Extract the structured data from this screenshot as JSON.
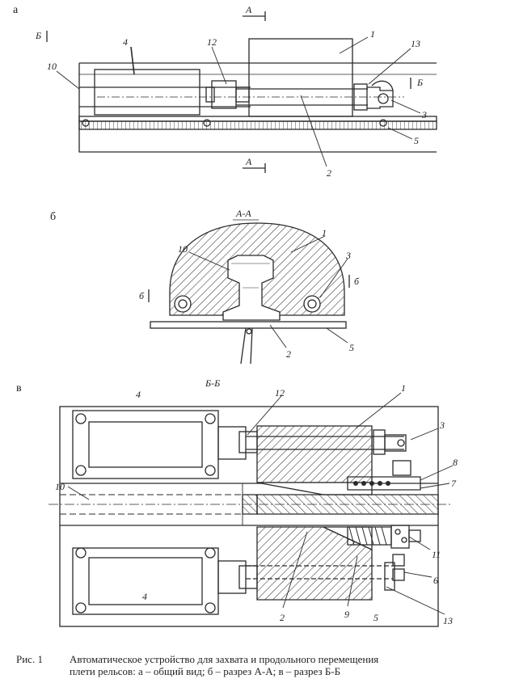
{
  "panels": {
    "a": "а",
    "b": "б",
    "v": "в"
  },
  "sections": {
    "aa_title": "А-А",
    "bb_title": "Б-Б",
    "a_mark_top": "А",
    "a_mark_bottom": "А",
    "b_mark_left": "Б",
    "b_mark_right": "Б",
    "b_mark_left2": "б",
    "b_mark_right2": "б"
  },
  "labels": {
    "n1": "1",
    "n2": "2",
    "n3": "3",
    "n4": "4",
    "n5": "5",
    "n6": "6",
    "n7": "7",
    "n8": "8",
    "n9": "9",
    "n10": "10",
    "n11": "11",
    "n12": "12",
    "n13": "13"
  },
  "caption": {
    "fig_no": "Рис. 1",
    "line1": "Автоматическое устройство для захвата и продольного перемещения",
    "line2": "плети рельсов: а – общий вид; б – разрез А-А; в – разрез Б-Б"
  },
  "colors": {
    "ink": "#2a2a2a",
    "paper": "#ffffff"
  }
}
